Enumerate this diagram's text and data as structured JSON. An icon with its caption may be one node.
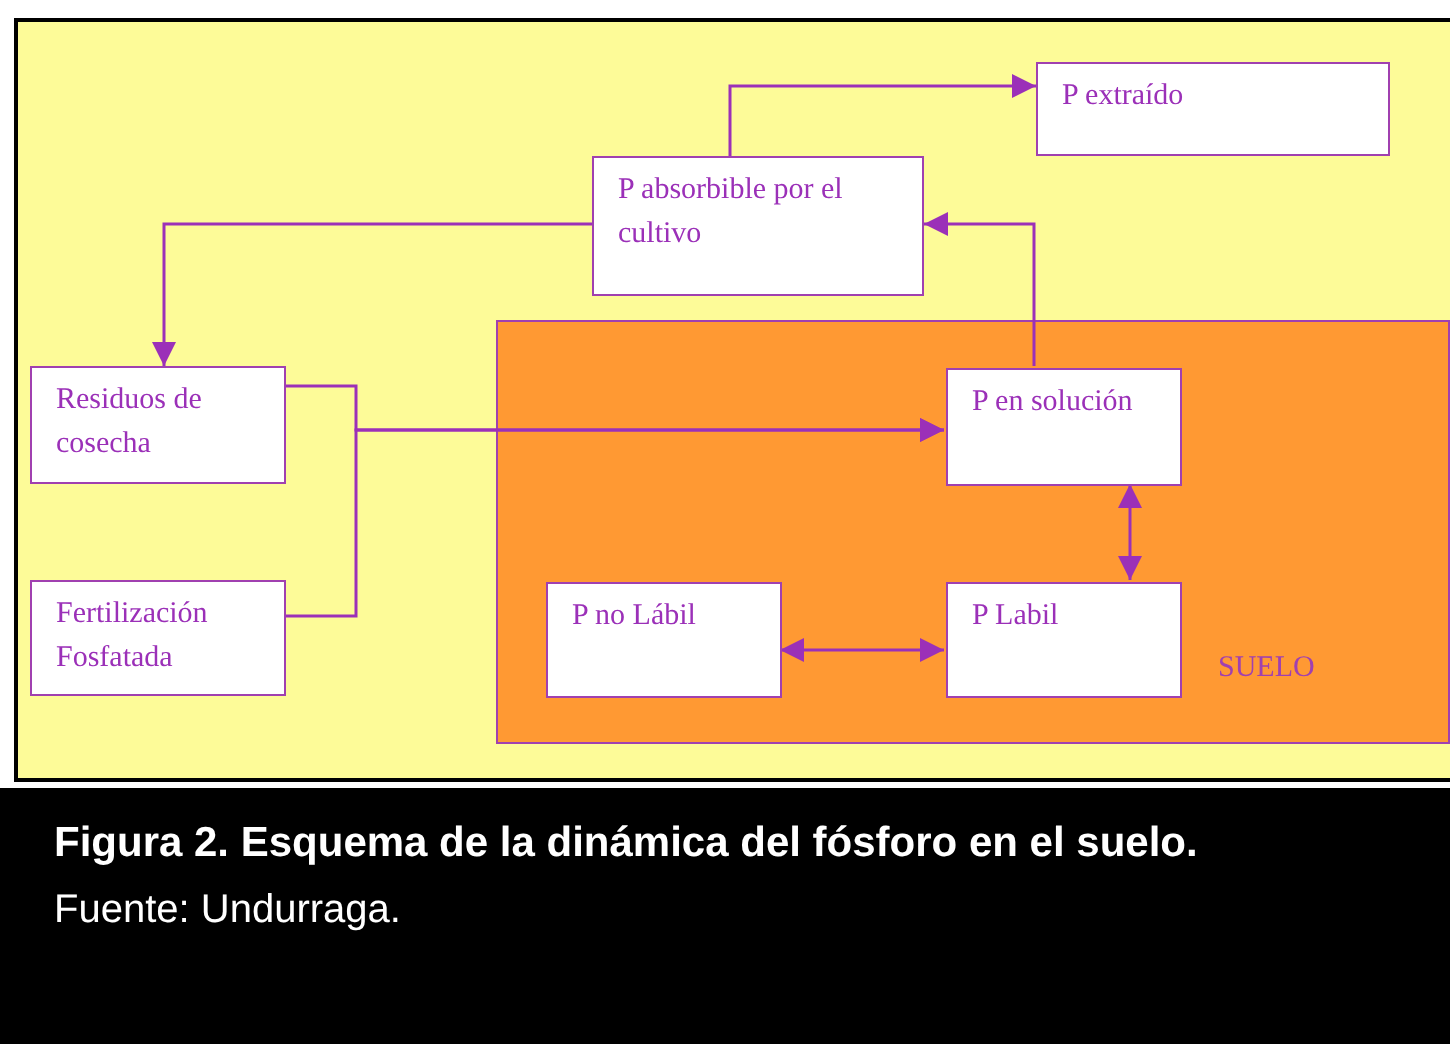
{
  "diagram": {
    "caption": "Figura 2. Esquema de la dinámica del fósforo en el suelo.",
    "nodes": [
      {
        "text": [
          "P extraído"
        ]
      },
      {
        "text": [
          "P absorbible por el cultivo"
        ]
      },
      {
        "text": [
          "Residuos de cosecha"
        ]
      },
      {
        "text": [
          "Fertilización Fosfatada"
        ]
      },
      {
        "text": [
          "SUELO"
        ]
      },
      {
        "text": [
          "P en solución"
        ],
        "in": 4
      },
      {
        "text": [
          "P no Lábil"
        ],
        "in": 4
      },
      {
        "text": [
          "P Labil"
        ],
        "in": 4
      }
    ],
    "edges": [
      {
        "from": 1,
        "to": 0,
        "arrow": "to"
      },
      {
        "from": 1,
        "to": 2,
        "arrow": "to"
      },
      {
        "from": 2,
        "to": 5,
        "arrow": "to"
      },
      {
        "from": 3,
        "to": 5,
        "arrow": "to"
      },
      {
        "from": 5,
        "to": 1,
        "arrow": "to"
      },
      {
        "from": 5,
        "to": 7,
        "arrow": "both"
      },
      {
        "from": 6,
        "to": 7,
        "arrow": "both"
      }
    ],
    "labels": [
      "Fuente: Undurraga."
    ]
  }
}
